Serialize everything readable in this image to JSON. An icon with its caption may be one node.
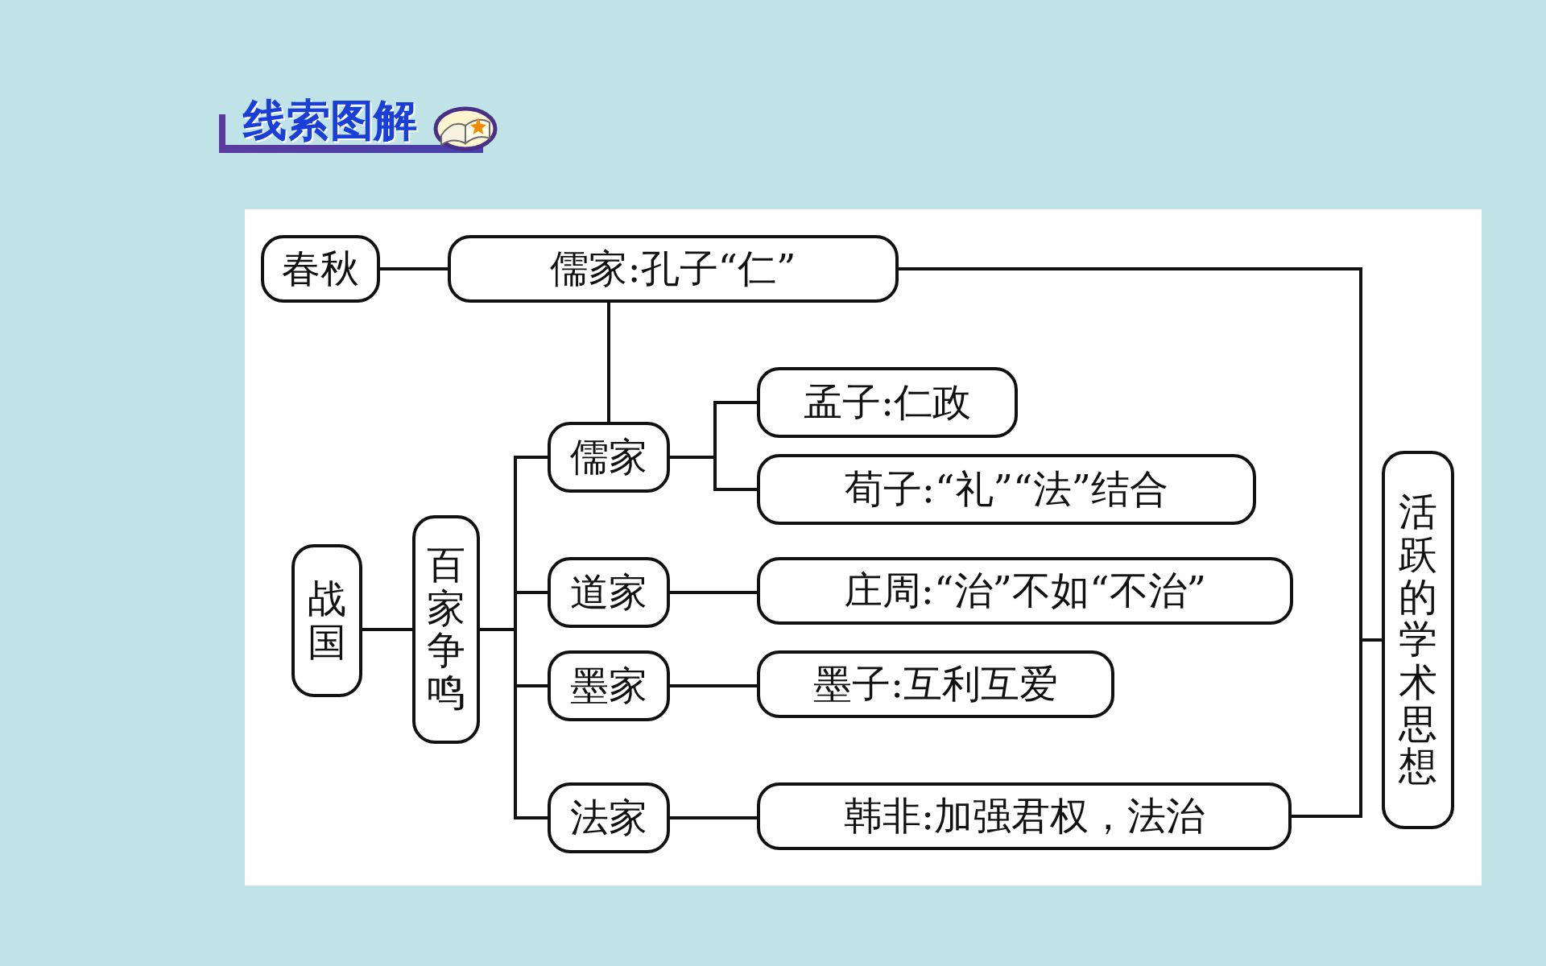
{
  "diagram": {
    "title": "线索图解",
    "nodes": [
      {
        "text": [
          "春秋"
        ]
      },
      {
        "text": [
          "儒家:孔子“仁”"
        ]
      },
      {
        "text": [
          "战国"
        ]
      },
      {
        "text": [
          "百家争鸣"
        ]
      },
      {
        "text": [
          "儒家"
        ]
      },
      {
        "text": [
          "孟子:仁政"
        ]
      },
      {
        "text": [
          "荀子:“礼”“法”结合"
        ]
      },
      {
        "text": [
          "道家"
        ]
      },
      {
        "text": [
          "庄周:“治”不如“不治”"
        ]
      },
      {
        "text": [
          "墨家"
        ]
      },
      {
        "text": [
          "墨子:互利互爱"
        ]
      },
      {
        "text": [
          "法家"
        ]
      },
      {
        "text": [
          "韩非:加强君权，法治"
        ]
      },
      {
        "text": [
          "活跃的学术思想"
        ]
      }
    ],
    "edges": [
      {
        "from": 0,
        "to": 1,
        "arrow": "none"
      },
      {
        "from": 1,
        "to": 4,
        "arrow": "none"
      },
      {
        "from": 2,
        "to": 3,
        "arrow": "none"
      },
      {
        "from": 3,
        "to": 4,
        "arrow": "none"
      },
      {
        "from": 3,
        "to": 7,
        "arrow": "none"
      },
      {
        "from": 3,
        "to": 9,
        "arrow": "none"
      },
      {
        "from": 3,
        "to": 11,
        "arrow": "none"
      },
      {
        "from": 4,
        "to": 5,
        "arrow": "none"
      },
      {
        "from": 4,
        "to": 6,
        "arrow": "none"
      },
      {
        "from": 7,
        "to": 8,
        "arrow": "none"
      },
      {
        "from": 9,
        "to": 10,
        "arrow": "none"
      },
      {
        "from": 11,
        "to": 12,
        "arrow": "none"
      },
      {
        "from": 1,
        "to": 13,
        "arrow": "none"
      },
      {
        "from": 12,
        "to": 13,
        "arrow": "none"
      }
    ]
  }
}
